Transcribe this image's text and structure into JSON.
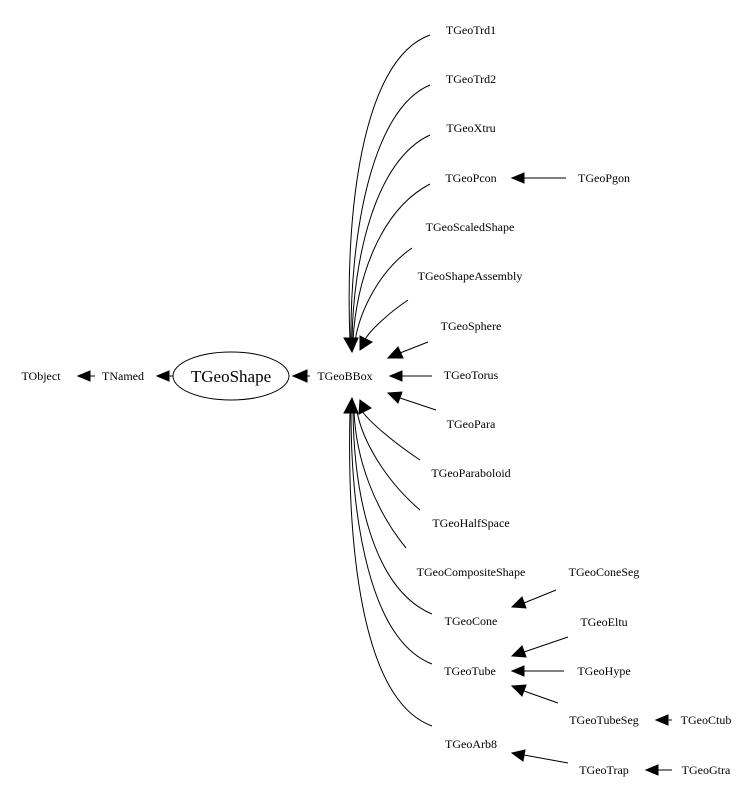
{
  "nodes": {
    "tobject": "TObject",
    "tnamed": "TNamed",
    "tgeoshape": "TGeoShape",
    "tgeobbox": "TGeoBBox",
    "tgeotrd1": "TGeoTrd1",
    "tgeotrd2": "TGeoTrd2",
    "tgeoxtru": "TGeoXtru",
    "tgeopcon": "TGeoPcon",
    "tgeopgon": "TGeoPgon",
    "tgeoscaledshape": "TGeoScaledShape",
    "tgeoshapeassembly": "TGeoShapeAssembly",
    "tgeosphere": "TGeoSphere",
    "tgeotorus": "TGeoTorus",
    "tgeopara": "TGeoPara",
    "tgeoparaboloid": "TGeoParaboloid",
    "tgeohalfspace": "TGeoHalfSpace",
    "tgeocompositeshape": "TGeoCompositeShape",
    "tgeoconeseg": "TGeoConeSeg",
    "tgeocone": "TGeoCone",
    "tgeoeltu": "TGeoEltu",
    "tgeotube": "TGeoTube",
    "tgeohype": "TGeoHype",
    "tgeotubeseg": "TGeoTubeSeg",
    "tgeoctub": "TGeoCtub",
    "tgeoarb8": "TGeoArb8",
    "tgeotrap": "TGeoTrap",
    "tgeogtra": "TGeoGtra"
  }
}
